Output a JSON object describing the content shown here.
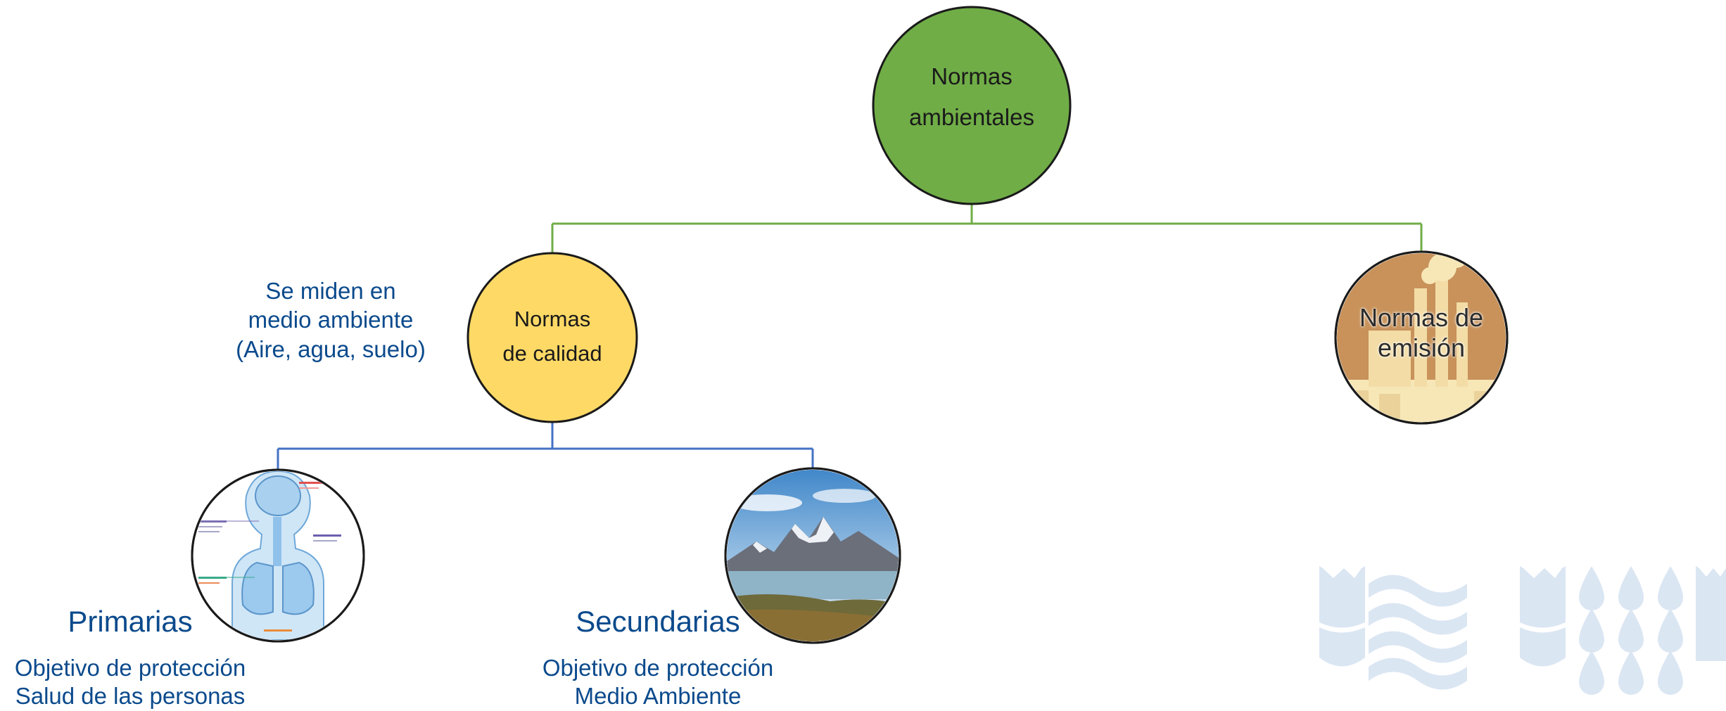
{
  "root": {
    "line1": "Normas",
    "line2": "ambientales"
  },
  "quality": {
    "line1": "Normas",
    "line2": "de calidad"
  },
  "emission": {
    "line1": "Normas de",
    "line2": "emisión"
  },
  "quality_note": {
    "line1": "Se miden en",
    "line2": "medio ambiente",
    "line3": "(Aire, agua, suelo)"
  },
  "primary": {
    "title": "Primarias",
    "line1": "Objetivo de protección",
    "line2": "Salud de las personas"
  },
  "secondary": {
    "title": "Secundarias",
    "line1": "Objetivo de protección",
    "line2": "Medio Ambiente"
  },
  "colors": {
    "green": "#70ad47",
    "yellow": "#ffd966",
    "tan": "#c8925a",
    "blue_line": "#4472c4",
    "text_blue": "#0b4a8c",
    "watermark": "#dbe6f3"
  },
  "icons": {
    "primary_image": "human-respiratory-anatomy",
    "secondary_image": "mountain-lake-landscape",
    "emission_image": "factory-smokestacks",
    "watermark": "university-logo-pattern"
  }
}
